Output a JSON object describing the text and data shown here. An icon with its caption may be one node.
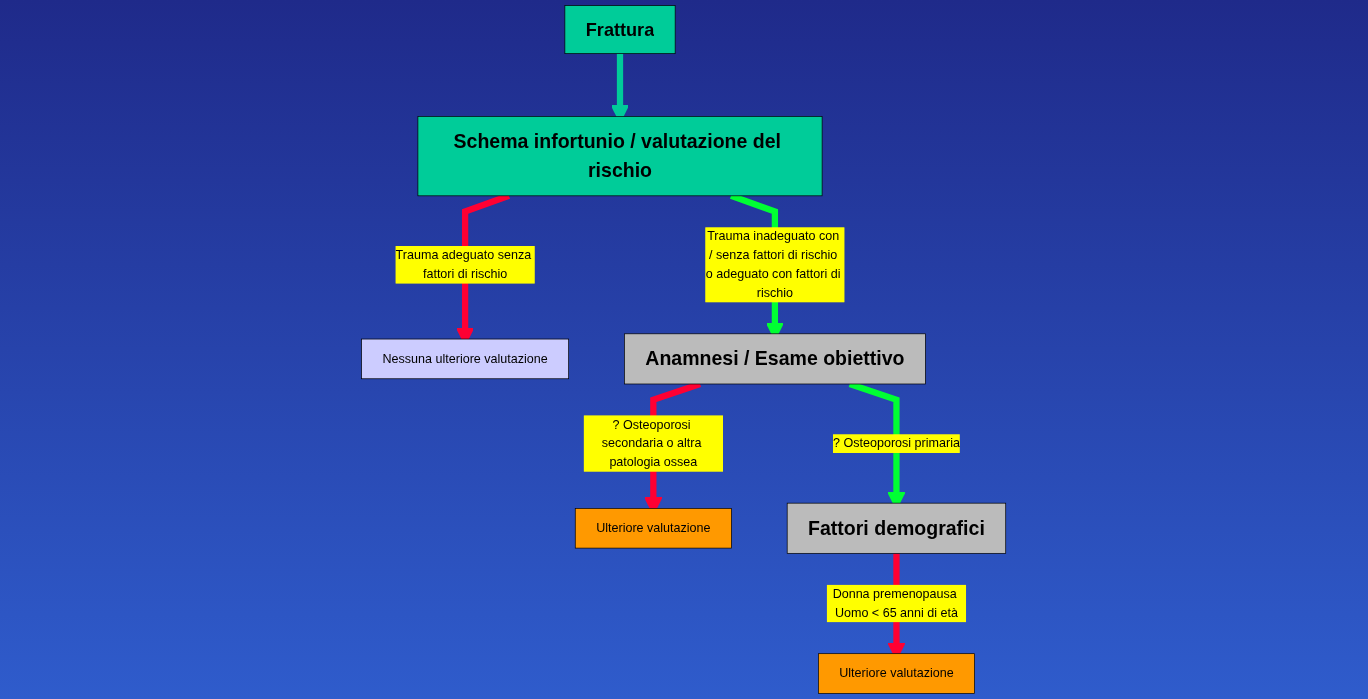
{
  "diagram": {
    "nodes": [
      {
        "text": [
          "Frattura"
        ]
      },
      {
        "text": [
          "Schema infortunio / valutazione del rischio"
        ]
      },
      {
        "text": [
          "Nessuna ulteriore valutazione"
        ]
      },
      {
        "text": [
          "Anamnesi / Esame obiettivo"
        ]
      },
      {
        "text": [
          "Ulteriore valutazione"
        ]
      },
      {
        "text": [
          "Fattori demografici"
        ]
      },
      {
        "text": [
          "Ulteriore valutazione"
        ]
      }
    ],
    "edges": [
      {
        "from": 0,
        "to": 1,
        "arrow": "to",
        "color": "#00cc99"
      },
      {
        "from": 1,
        "to": 3,
        "arrow": "to",
        "color": "#00ff33",
        "label": "Trauma inadeguato con / senza fattori di rischio o adeguato con fattori di rischio"
      },
      {
        "from": 1,
        "to": 2,
        "arrow": "to",
        "color": "#ff0033",
        "label": "Trauma adeguato senza fattori di rischio"
      },
      {
        "from": 3,
        "to": 5,
        "arrow": "to",
        "color": "#00ff33",
        "label": "? Osteoporosi primaria"
      },
      {
        "from": 3,
        "to": 4,
        "arrow": "to",
        "color": "#ff0033",
        "label": "? Osteoporosi secondaria o altra patologia ossea"
      },
      {
        "from": 5,
        "to": 6,
        "arrow": "to",
        "color": "#ff0033",
        "label": "Donna premenopausa Uomo < 65 anni di età"
      }
    ]
  }
}
